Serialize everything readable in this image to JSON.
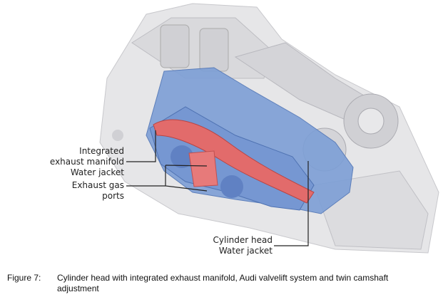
{
  "figure": {
    "labels": {
      "manifold_jacket": [
        "Integrated",
        "exhaust manifold",
        "Water jacket"
      ],
      "exhaust_ports": [
        "Exhaust gas",
        "ports"
      ],
      "cylinder_head_jacket": [
        "Cylinder head",
        "Water jacket"
      ]
    },
    "caption": {
      "number": "Figure 7:",
      "text_line1": "Cylinder head with integrated exhaust manifold, Audi valvelift system and twin camshaft",
      "text_line2": "adjustment"
    },
    "colors": {
      "water_jacket": "#5b86c8",
      "exhaust": "#e06060",
      "block": "#e4e4e6"
    }
  }
}
